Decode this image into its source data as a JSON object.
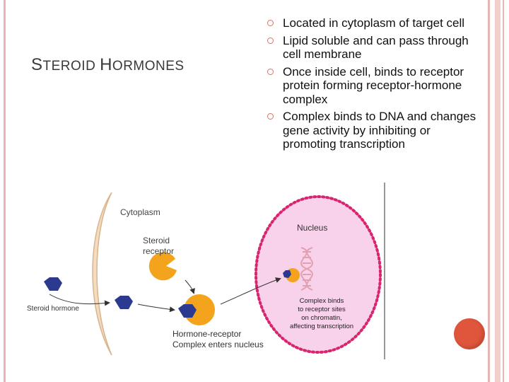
{
  "slide": {
    "title_first_cap": "S",
    "title_rest_1": "TEROID ",
    "title_second_cap": "H",
    "title_rest_2": "ORMONES",
    "bullets": [
      "Located in cytoplasm of target cell",
      "Lipid soluble and can pass through cell membrane",
      "Once inside cell, binds to receptor protein forming receptor-hormone complex",
      "Complex binds to DNA and changes gene activity by inhibiting or promoting transcription"
    ],
    "bullet_icon": "circle-outline-icon",
    "accent_color": "#d4756a"
  },
  "diagram": {
    "cytoplasm_label": "Cytoplasm",
    "steroid_receptor_label_1": "Steroid",
    "steroid_receptor_label_2": "receptor",
    "steroid_hormone_label": "Steroid hormone",
    "complex_label_1": "Hormone-receptor",
    "complex_label_2": "Complex enters nucleus",
    "nucleus_label": "Nucleus",
    "binds_label_1": "Complex binds",
    "binds_label_2": "to receptor sites",
    "binds_label_3": "on chromatin,",
    "binds_label_4": "affecting transcription",
    "colors": {
      "hormone": "#2b3a8f",
      "receptor": "#f4a41c",
      "nucleus_fill": "#f7d2ea",
      "nucleus_border": "#d9246e",
      "membrane": "#f3dcc0",
      "dna": "#e3a0b0"
    }
  }
}
